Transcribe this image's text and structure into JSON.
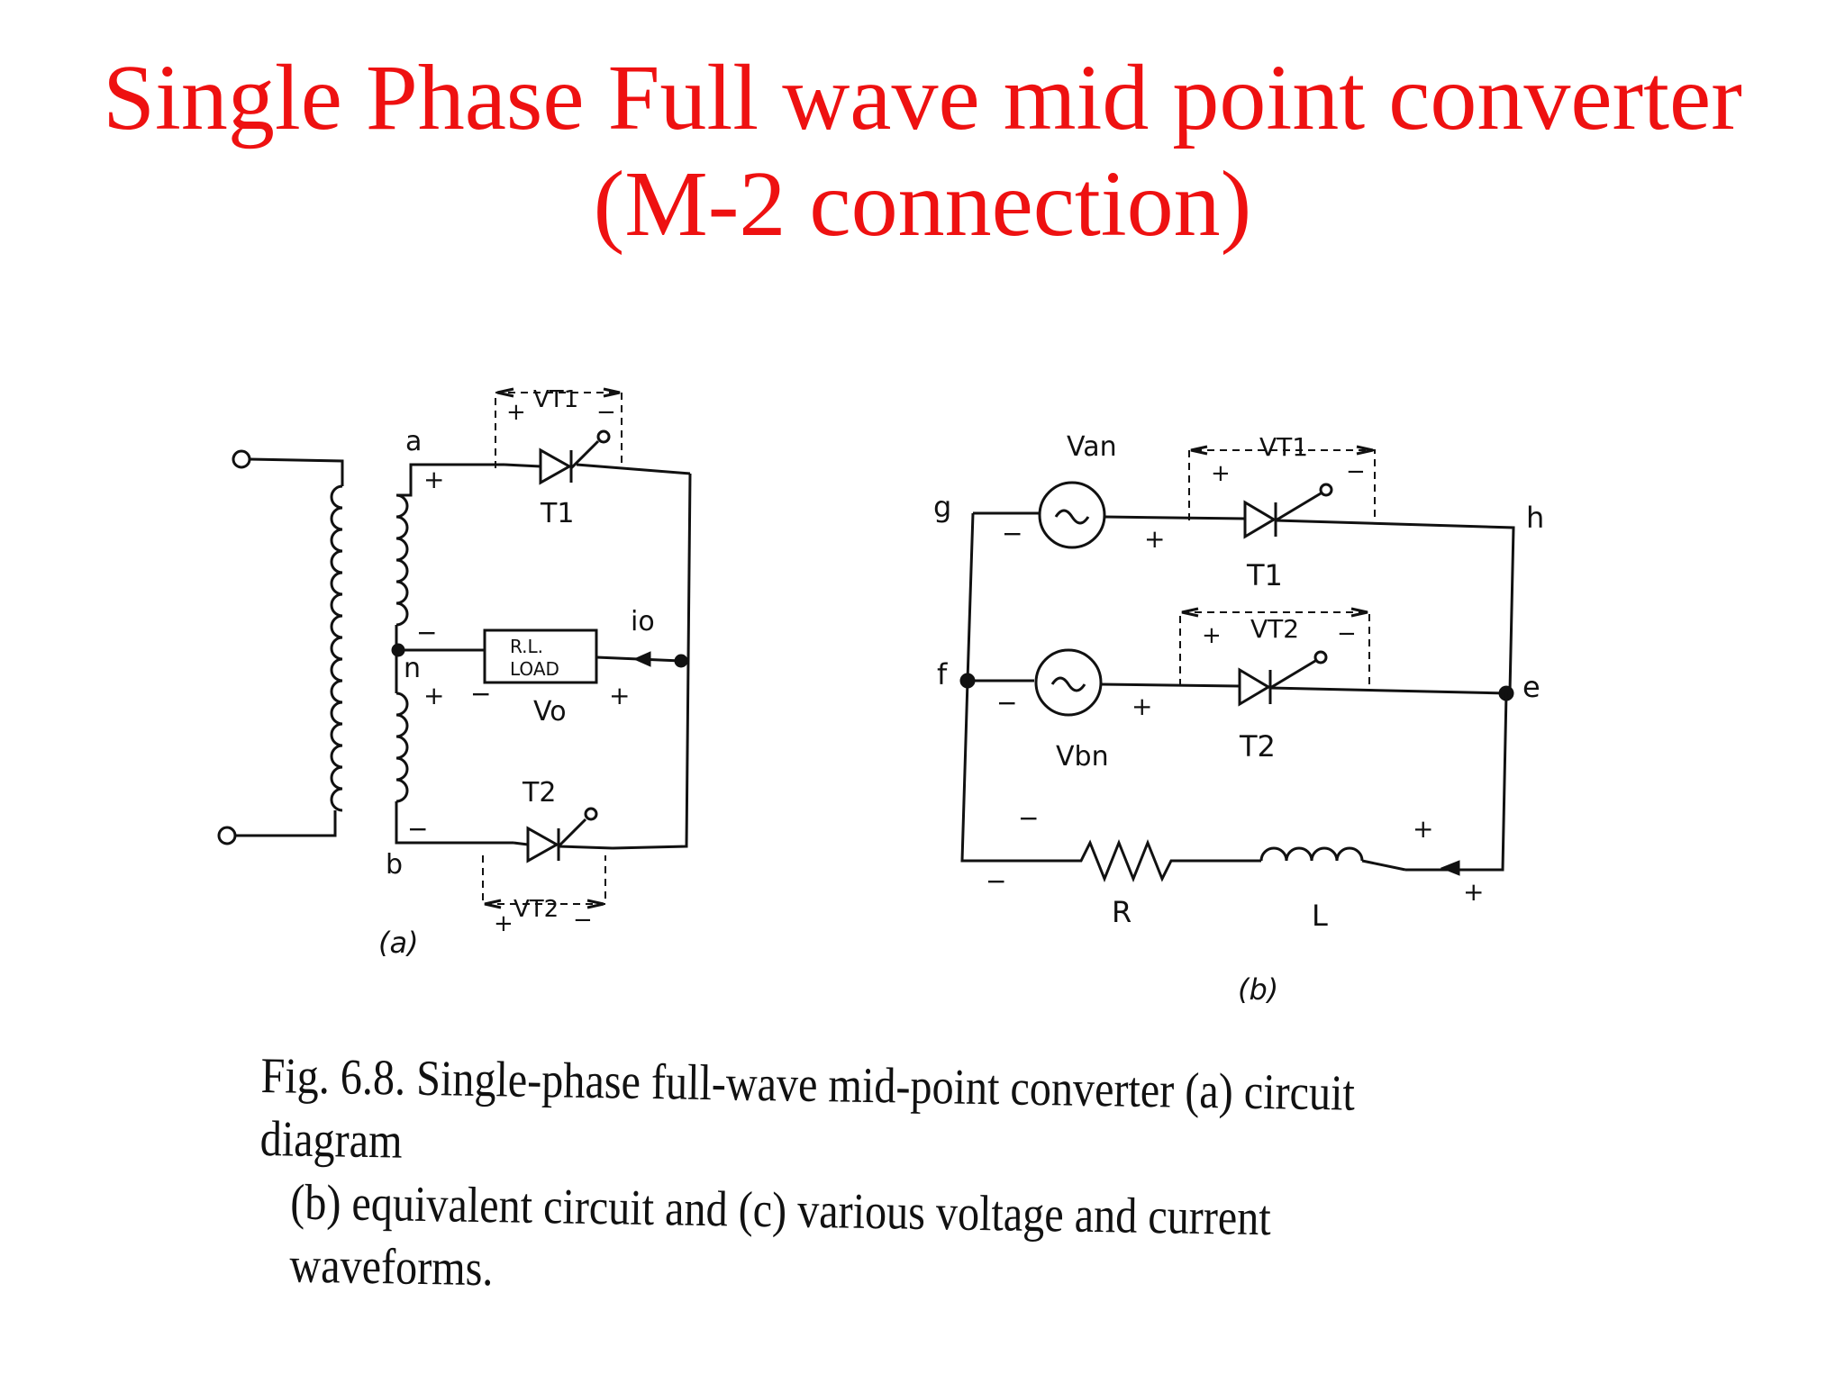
{
  "title": {
    "line1": "Single Phase Full wave mid point converter",
    "line2": "(M-2 connection)"
  },
  "figure_a": {
    "node_a": "a",
    "node_n": "n",
    "node_b": "b",
    "thyristor_1": "T1",
    "thyristor_2": "T2",
    "vt1": "VT1",
    "vt2": "VT2",
    "load_line1": "R.L.",
    "load_line2": "LOAD",
    "output_voltage": "Vo",
    "output_current": "io",
    "plus": "+",
    "minus": "−",
    "panel_label": "(a)"
  },
  "figure_b": {
    "node_g": "g",
    "node_h": "h",
    "node_f": "f",
    "node_e": "e",
    "source_1": "Van",
    "source_2": "Vbn",
    "thyristor_1": "T1",
    "thyristor_2": "T2",
    "vt1": "VT1",
    "vt2": "VT2",
    "resistor": "R",
    "inductor": "L",
    "plus": "+",
    "minus": "−",
    "panel_label": "(b)"
  },
  "caption": {
    "line1": "Fig. 6.8. Single-phase full-wave mid-point converter (a) circuit diagram",
    "line2": "(b) equivalent circuit and (c) various voltage and current waveforms."
  }
}
